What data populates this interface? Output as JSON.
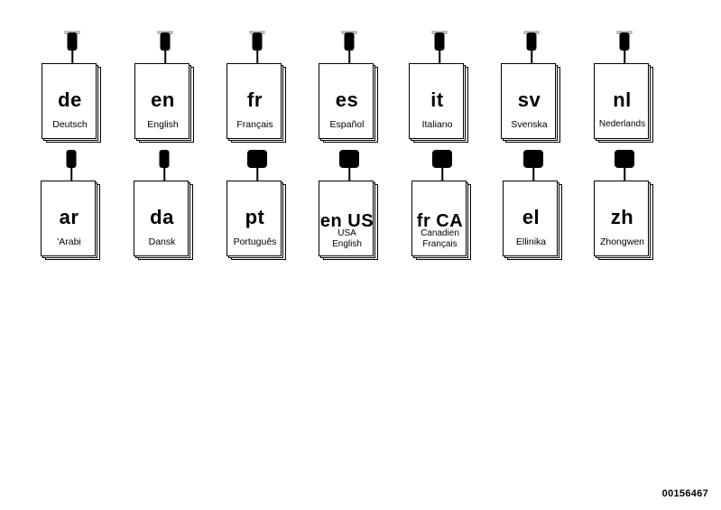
{
  "languages": [
    {
      "code": "de",
      "name": "Deutsch"
    },
    {
      "code": "en",
      "name": "English"
    },
    {
      "code": "fr",
      "name": "Français"
    },
    {
      "code": "es",
      "name": "Español"
    },
    {
      "code": "it",
      "name": "Italiano"
    },
    {
      "code": "sv",
      "name": "Svenska"
    },
    {
      "code": "nl",
      "name": "Nederlands"
    },
    {
      "code": "ar",
      "name": "'Arabi"
    },
    {
      "code": "da",
      "name": "Dansk"
    },
    {
      "code": "pt",
      "name": "Português"
    },
    {
      "code": "en US",
      "name": "USA\nEnglish"
    },
    {
      "code": "fr CA",
      "name": "Canadien\nFrançais"
    },
    {
      "code": "el",
      "name": "Ellinika"
    },
    {
      "code": "zh",
      "name": "Zhongwen"
    }
  ],
  "document_number": "00156467"
}
